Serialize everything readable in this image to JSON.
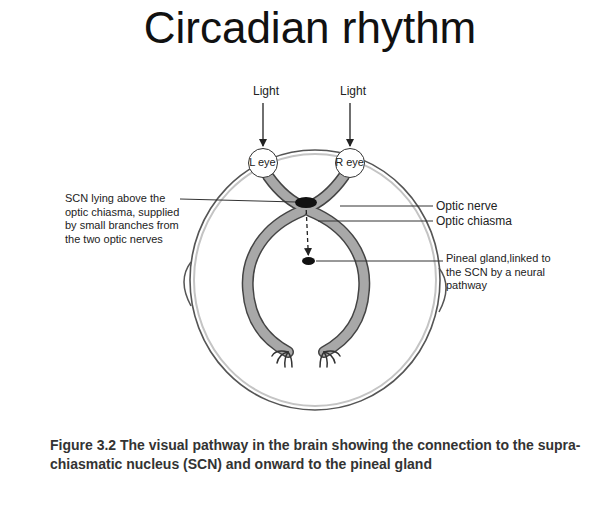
{
  "diagram": {
    "title": "Circadian rhythm",
    "caption": "Figure 3.2 The visual pathway in the brain showing the connection to the supra-chiasmatic nucleus (SCN) and onward to the pineal gland",
    "nodes": [
      {
        "text": [
          "L eye"
        ]
      },
      {
        "text": [
          "R eye"
        ]
      },
      {
        "text": [
          "SCN lying above the optic chiasma, supplied by small branches from the two optic nerves"
        ]
      },
      {
        "text": [
          "Pineal gland,linked to the SCN by a neural pathway"
        ]
      }
    ],
    "edges": [
      {
        "from": 2,
        "to": 3,
        "arrow": "to"
      }
    ],
    "labels": [
      "Light",
      "Light",
      "Optic nerve",
      "Optic chiasma"
    ]
  }
}
